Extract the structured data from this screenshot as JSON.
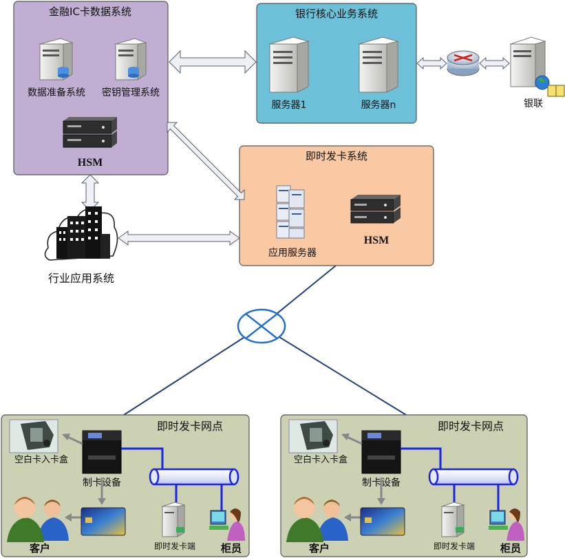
{
  "ic_system": {
    "title": "金融IC卡数据系统",
    "data_prep": "数据准备系统",
    "key_mgmt": "密钥管理系统",
    "hsm": "HSM"
  },
  "bank_core": {
    "title": "银行核心业务系统",
    "server1": "服务器1",
    "servern": "服务器n"
  },
  "unionpay": "银联",
  "instant": {
    "title": "即时发卡系统",
    "app_server": "应用服务器",
    "hsm": "HSM"
  },
  "industry": "行业应用系统",
  "branch_left": {
    "title": "即时发卡网点",
    "blank_card_box": "空白卡入卡盒",
    "card_device": "制卡设备",
    "customer": "客户",
    "terminal": "即时发卡端",
    "teller": "柜员"
  },
  "branch_right": {
    "title": "即时发卡网点",
    "blank_card_box": "空白卡入卡盒",
    "card_device": "制卡设备",
    "customer": "客户",
    "terminal": "即时发卡端",
    "teller": "柜员"
  },
  "colors": {
    "ic_bg": "#c0aed3",
    "core_bg": "#6cc0d8",
    "instant_bg": "#f9c9a3",
    "branch_bg": "#cbd1b2",
    "net_line": "#1f3f7a",
    "lan_blue": "#1a24e8"
  }
}
